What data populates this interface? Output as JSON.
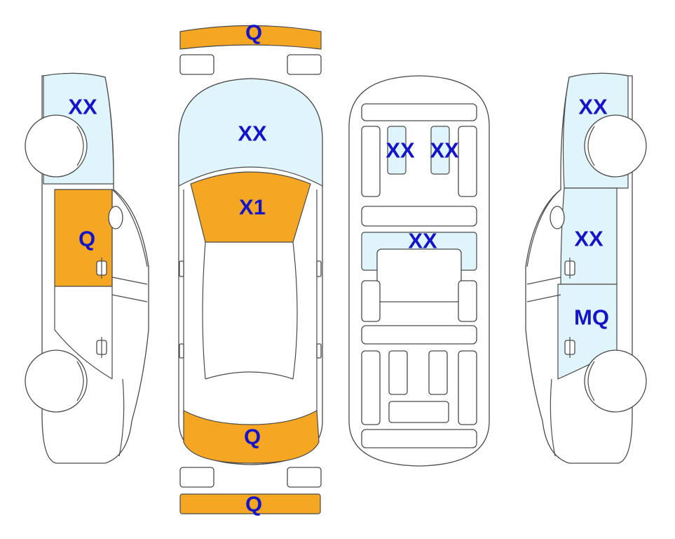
{
  "colors": {
    "damage_q": "#f5a623",
    "damage_xx": "#dff4fb",
    "label": "#1515c8",
    "outline": "#4a4a4a"
  },
  "views": {
    "left_side": {
      "roof_front": "XX",
      "front_door": "Q"
    },
    "top": {
      "front_bumper": "Q",
      "hood": "XX",
      "windshield": "X1",
      "rear_window": "Q",
      "rear_bumper": "Q"
    },
    "interior": {
      "seat_left": "XX",
      "seat_right": "XX",
      "middle_panel": "XX"
    },
    "right_side": {
      "roof_front": "XX",
      "front_door": "XX",
      "rear_door": "MQ"
    }
  }
}
